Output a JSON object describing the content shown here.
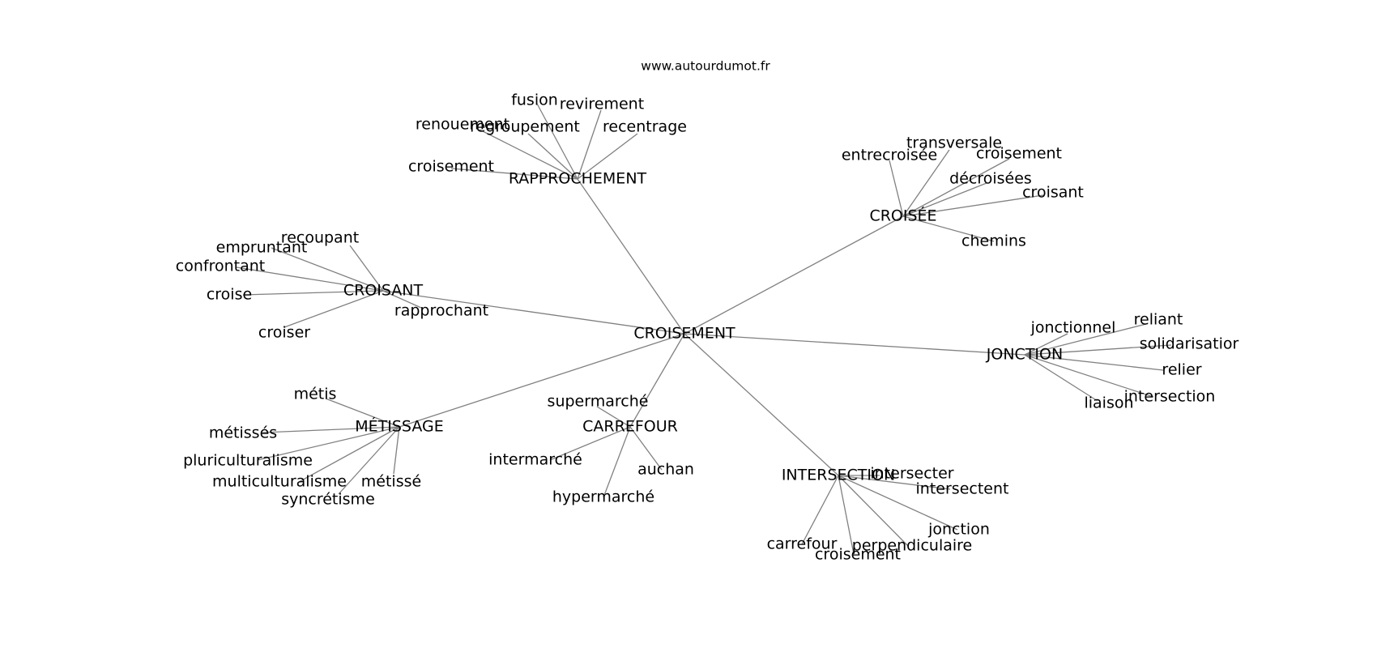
{
  "source": "www.autourdumot.fr",
  "root": "CROISEMENT",
  "groups": [
    {
      "hub": "RAPPROCHEMENT",
      "words": [
        "fusion",
        "revirement",
        "renouement",
        "regroupement",
        "recentrage",
        "croisement"
      ]
    },
    {
      "hub": "CROISÉE",
      "words": [
        "transversale",
        "entrecroisée",
        "croisement",
        "décroisées",
        "croisant",
        "chemins"
      ]
    },
    {
      "hub": "CROISANT",
      "words": [
        "recoupant",
        "empruntant",
        "confrontant",
        "croise",
        "rapprochant",
        "croiser"
      ]
    },
    {
      "hub": "JONCTION",
      "words": [
        "jonctionnel",
        "reliant",
        "solidarisatior",
        "relier",
        "intersection",
        "liaison"
      ]
    },
    {
      "hub": "MÉTISSAGE",
      "words": [
        "métis",
        "métissés",
        "pluriculturalisme",
        "multiculturalisme",
        "métissé",
        "syncrétisme"
      ]
    },
    {
      "hub": "CARREFOUR",
      "words": [
        "supermarché",
        "intermarché",
        "auchan",
        "hypermarché"
      ]
    },
    {
      "hub": "INTERSECTION",
      "words": [
        "intersecter",
        "intersectent",
        "jonction",
        "carrefour",
        "perpendiculaire",
        "croisement"
      ]
    }
  ]
}
